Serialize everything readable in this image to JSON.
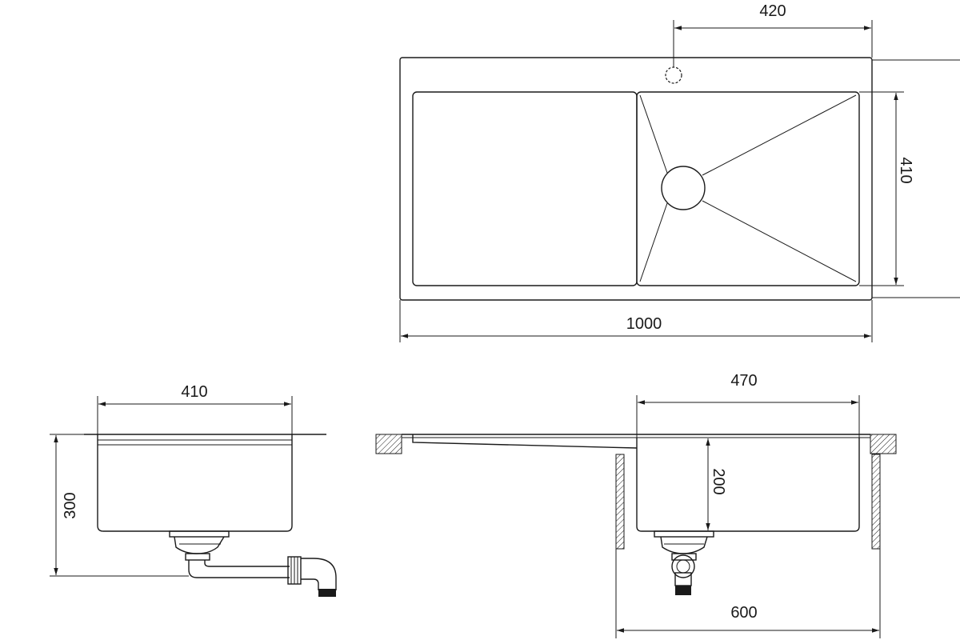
{
  "top_view": {
    "dim_width": "1000",
    "dim_drain_offset": "420",
    "dim_bowl_depth": "410"
  },
  "side_view": {
    "dim_bowl_width": "410",
    "dim_height": "300"
  },
  "front_view": {
    "dim_bowl_length": "470",
    "dim_bowl_depth": "200",
    "dim_cabinet_width": "600"
  },
  "colors": {
    "line": "#1a1a1a",
    "background": "#ffffff"
  }
}
